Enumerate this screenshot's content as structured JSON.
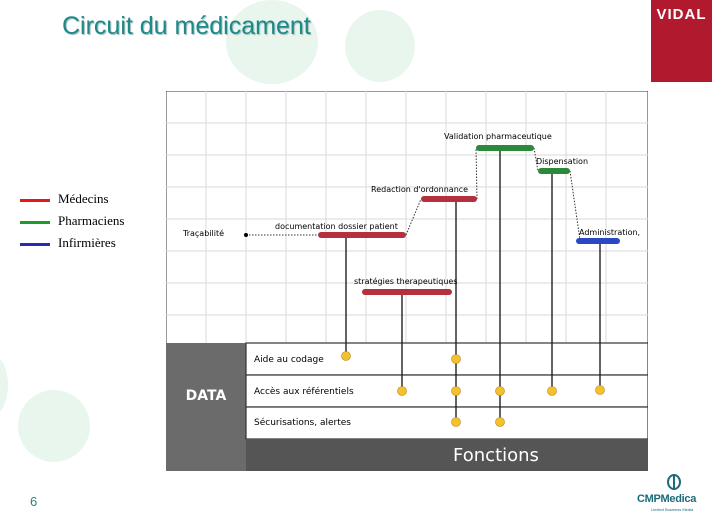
{
  "slide": {
    "title": "Circuit du médicament",
    "page_number": "6",
    "logo": "VIDAL",
    "publisher": "CMPMedica",
    "publisher_sub": "Limited Business Media"
  },
  "legend": [
    {
      "label": "Médecins",
      "color": "#e4161e"
    },
    {
      "label": "Pharmaciens",
      "color": "#1f9a2e"
    },
    {
      "label": "Infirmières",
      "color": "#2a2bb0"
    }
  ],
  "diagram": {
    "start_label": "Traçabilité",
    "steps": [
      {
        "label": "documentation dossier patient",
        "color": "#b3303c"
      },
      {
        "label": "stratégies therapeutiques",
        "color": "#b3303c"
      },
      {
        "label": "Redaction d'ordonnance",
        "color": "#b3303c"
      },
      {
        "label": "Validation pharmaceutique",
        "color": "#2a8a3a"
      },
      {
        "label": "Dispensation",
        "color": "#2a8a3a"
      },
      {
        "label": "Administration,",
        "color": "#2b47c4"
      }
    ],
    "data_label": "DATA",
    "rows": [
      "Aide au codage",
      "Accès aux référentiels",
      "Sécurisations, alertes"
    ],
    "footer_label": "Fonctions"
  }
}
